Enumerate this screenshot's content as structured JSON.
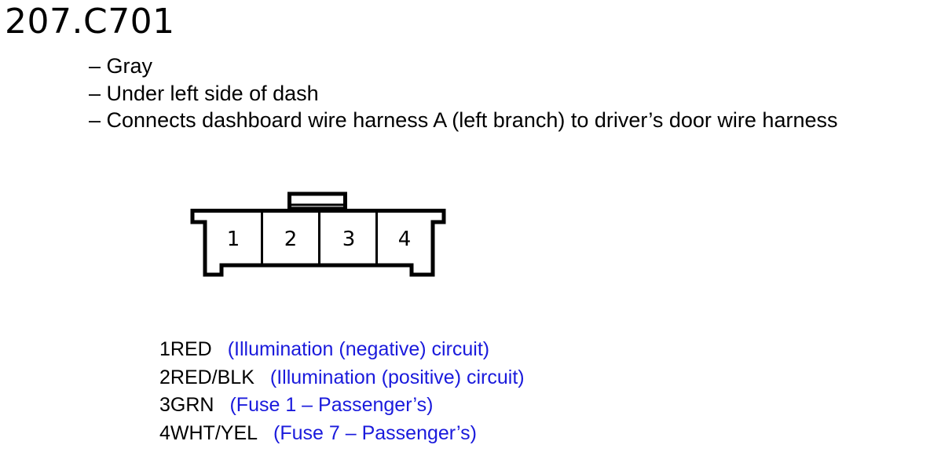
{
  "title": "207.C701",
  "notes": [
    "– Gray",
    "– Under left side of dash",
    "– Connects dashboard wire harness A (left branch) to driver’s door wire harness"
  ],
  "connector": {
    "cavities": [
      "1",
      "2",
      "3",
      "4"
    ]
  },
  "pins": [
    {
      "code": "1RED",
      "description": "(Illumination (negative) circuit)"
    },
    {
      "code": "2RED/BLK",
      "description": "(Illumination (positive) circuit)"
    },
    {
      "code": "3GRN",
      "description": "(Fuse 1 – Passenger’s)"
    },
    {
      "code": "4WHT/YEL",
      "description": "(Fuse 7 – Passenger’s)"
    }
  ],
  "colors": {
    "text": "#000000",
    "description": "#1a1adc",
    "line": "#000000",
    "background": "#ffffff"
  }
}
